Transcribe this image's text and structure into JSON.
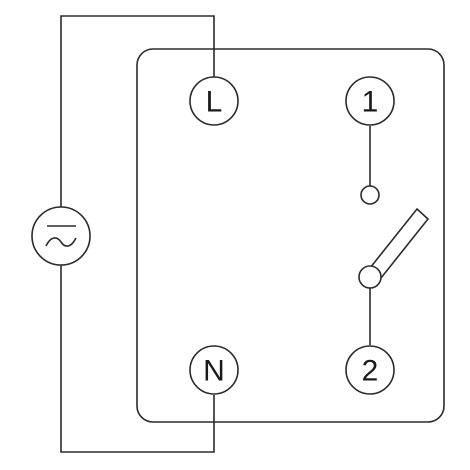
{
  "terminals": {
    "line": "L",
    "neutral": "N",
    "contact_1": "1",
    "contact_2": "2"
  },
  "icons": {
    "source": "ac-source-icon",
    "switch": "switch-lever-icon"
  }
}
